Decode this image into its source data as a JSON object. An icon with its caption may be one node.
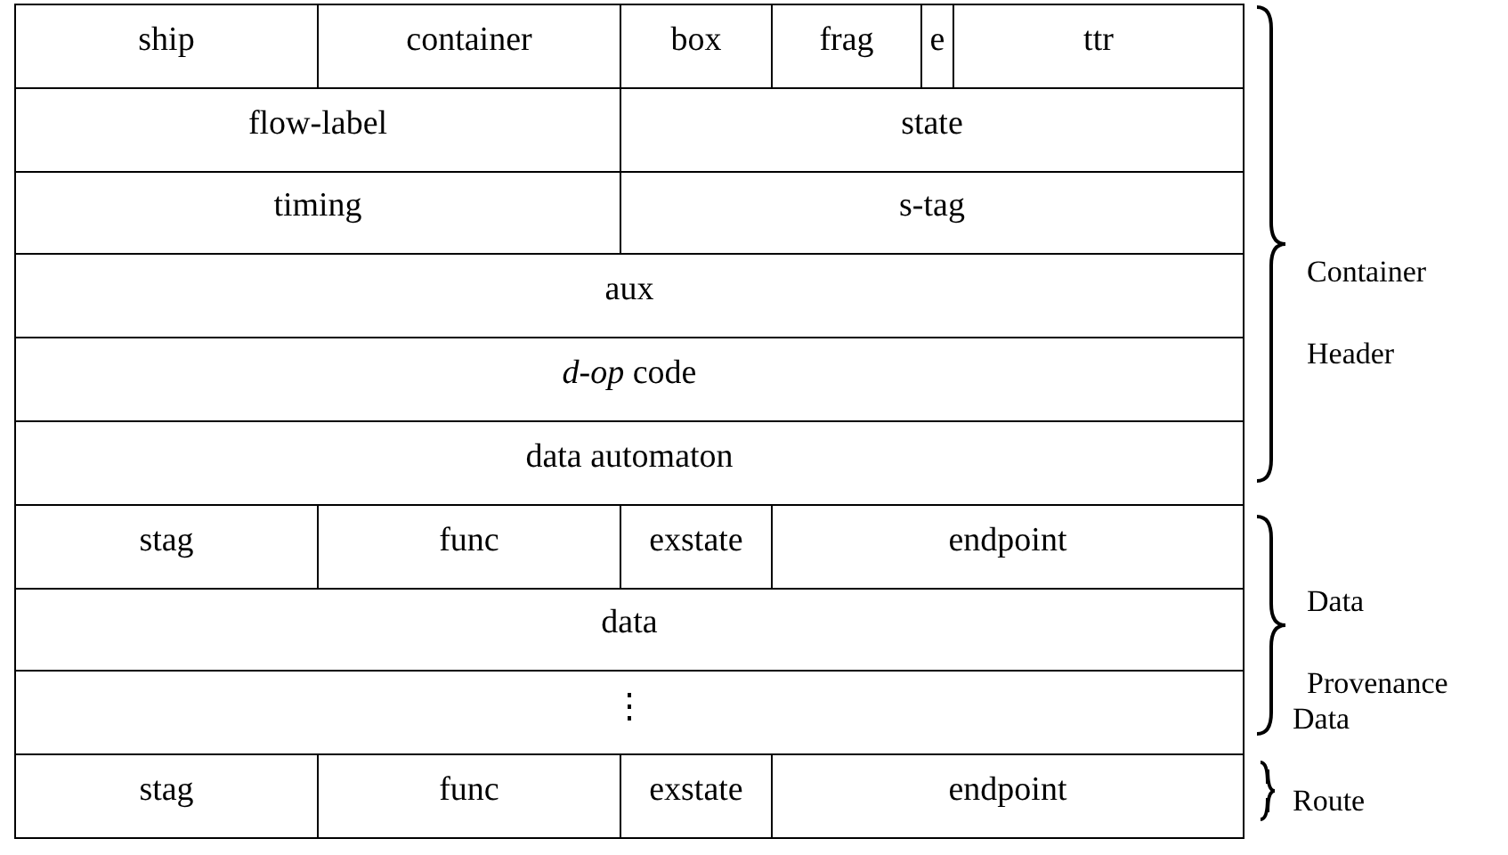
{
  "diagram": {
    "labels": [
      "ship",
      "container",
      "box",
      "frag",
      "e",
      "ttr",
      "flow-label",
      "state",
      "timing",
      "s-tag",
      "aux",
      "*d-op* code",
      "data automaton",
      "stag",
      "func",
      "exstate",
      "endpoint",
      "data",
      "⋮",
      "stag",
      "func",
      "exstate",
      "endpoint",
      "Container Header",
      "Data Provenance",
      "Data Route"
    ]
  }
}
